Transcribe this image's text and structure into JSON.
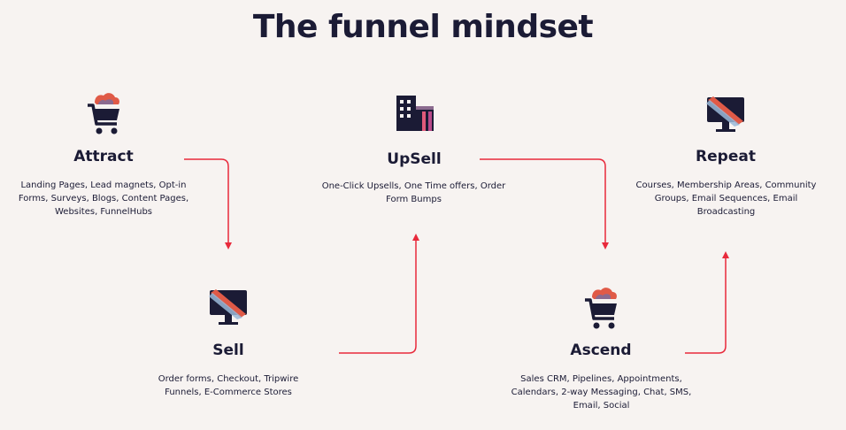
{
  "title": "The funnel mindset",
  "colors": {
    "arrow": "#e8293b",
    "text": "#1b1b35",
    "background": "#f7f3f1"
  },
  "stages": [
    {
      "key": "attract",
      "icon": "shopping-cart-icon",
      "title": "Attract",
      "description": "Landing Pages, Lead magnets, Opt-in Forms, Surveys, Blogs, Content Pages, Websites, FunnelHubs"
    },
    {
      "key": "upsell",
      "icon": "buildings-icon",
      "title": "UpSell",
      "description": "One-Click Upsells, One Time offers, Order Form Bumps"
    },
    {
      "key": "repeat",
      "icon": "monitor-icon",
      "title": "Repeat",
      "description": "Courses, Membership Areas, Community Groups, Email Sequences, Email Broadcasting"
    },
    {
      "key": "sell",
      "icon": "monitor-icon",
      "title": "Sell",
      "description": "Order forms, Checkout, Tripwire Funnels, E-Commerce Stores"
    },
    {
      "key": "ascend",
      "icon": "shopping-cart-icon",
      "title": "Ascend",
      "description": "Sales CRM, Pipelines, Appointments, Calendars, 2-way Messaging, Chat, SMS, Email, Social"
    }
  ]
}
